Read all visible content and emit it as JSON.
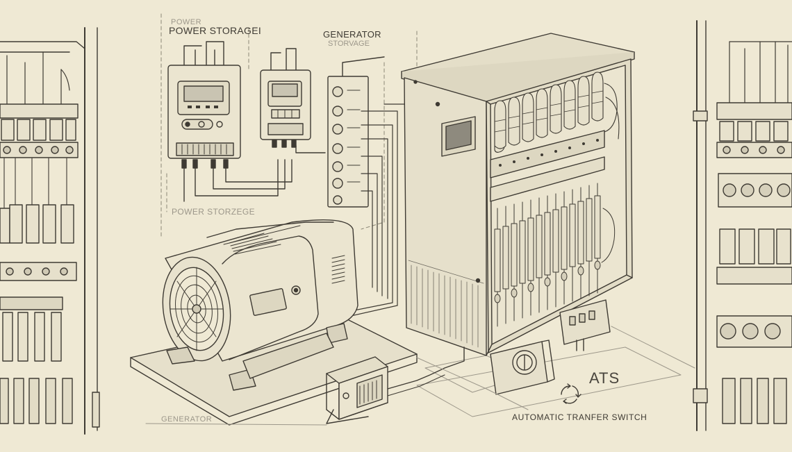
{
  "labels": {
    "power_storage_faint": "POWER",
    "power_storage_top": "POWER STORAGEI",
    "generator_storage_title": "GENERATOR",
    "generator_storage_sub": "STORVAGE",
    "power_storage_bottom": "POWER STORZEGE",
    "generator": "GENERATOR",
    "ats": "ATS",
    "ats_full": "AUTOMATIC TRANFER SWITCH"
  },
  "colors": {
    "paper": "#efe9d4",
    "ink": "#3e3a33",
    "cabinet_fill": "#e6e0cb",
    "screen_fill": "#8e8a7e"
  }
}
